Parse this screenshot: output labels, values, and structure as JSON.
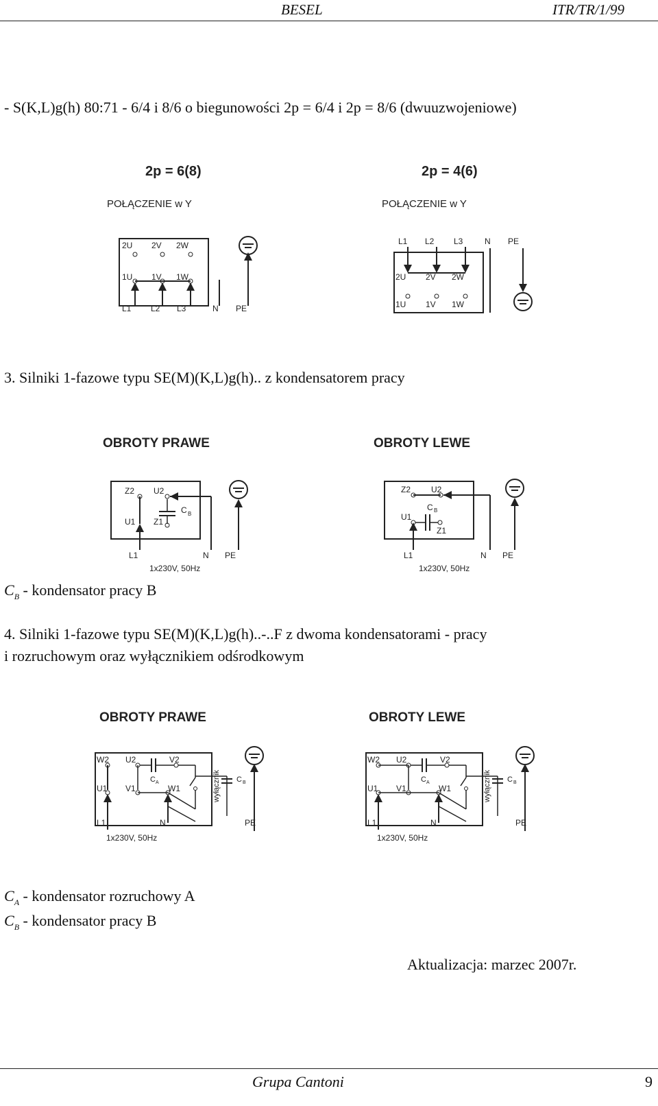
{
  "header": {
    "left": "BESEL",
    "right": "ITR/TR/1/99"
  },
  "sections": {
    "s1": "- S(K,L)g(h) 80:71 - 6/4 i 8/6 o biegunowości 2p = 6/4 i 2p = 8/6 (dwuuzwojeniowe)",
    "s3": "3. Silniki 1-fazowe typu SE(M)(K,L)g(h).. z kondensatorem pracy",
    "s4a": "4. Silniki 1-fazowe typu SE(M)(K,L)g(h)..-..F z dwoma kondensatorami - pracy",
    "s4b": "i rozruchowym oraz wyłącznikiem odśrodkowym"
  },
  "legend1": {
    "c": "C",
    "sub": "B",
    "text": " - kondensator pracy B"
  },
  "legend2": [
    {
      "c": "C",
      "sub": "A",
      "text": " - kondensator rozruchowy A"
    },
    {
      "c": "C",
      "sub": "B",
      "text": " - kondensator pracy B"
    }
  ],
  "update": "Aktualizacja: marzec 2007r.",
  "footer": {
    "center": "Grupa Cantoni",
    "page": "9"
  },
  "diagrams": {
    "d1": {
      "title": "2p = 6(8)",
      "conn": "POŁĄCZENIE w  Y",
      "t_top": [
        "2U",
        "2V",
        "2W"
      ],
      "t_bot": [
        "1U",
        "1V",
        "1W"
      ],
      "lines": [
        "L1",
        "L2",
        "L3",
        "N",
        "PE"
      ]
    },
    "d2": {
      "title": "2p = 4(6)",
      "conn": "POŁĄCZENIE w  Y",
      "lines": [
        "L1",
        "L2",
        "L3",
        "N",
        "PE"
      ],
      "t_top": [
        "2U",
        "2V",
        "2W"
      ],
      "t_bot": [
        "1U",
        "1V",
        "1W"
      ]
    },
    "d3": {
      "title": "OBROTY PRAWE",
      "labels": [
        "Z2",
        "U2",
        "U1",
        "Z1",
        "C",
        "B"
      ],
      "lines": [
        "L1",
        "N",
        "PE"
      ],
      "supply": "1x230V, 50Hz"
    },
    "d4": {
      "title": "OBROTY LEWE",
      "labels": [
        "Z2",
        "U2",
        "C",
        "B",
        "U1",
        "Z1"
      ],
      "lines": [
        "L1",
        "N",
        "PE"
      ],
      "supply": "1x230V, 50Hz"
    },
    "d5": {
      "title": "OBROTY PRAWE",
      "labels": [
        "W2",
        "U2",
        "V2",
        "U1",
        "V1",
        "W1",
        "C",
        "A",
        "C",
        "B",
        "wyłącznik"
      ],
      "lines": [
        "L1",
        "N",
        "PE"
      ],
      "supply": "1x230V, 50Hz"
    },
    "d6": {
      "title": "OBROTY LEWE",
      "labels": [
        "W2",
        "U2",
        "V2",
        "U1",
        "V1",
        "W1",
        "C",
        "A",
        "C",
        "B",
        "wyłącznik"
      ],
      "lines": [
        "L1",
        "N",
        "PE"
      ],
      "supply": "1x230V, 50Hz"
    }
  }
}
